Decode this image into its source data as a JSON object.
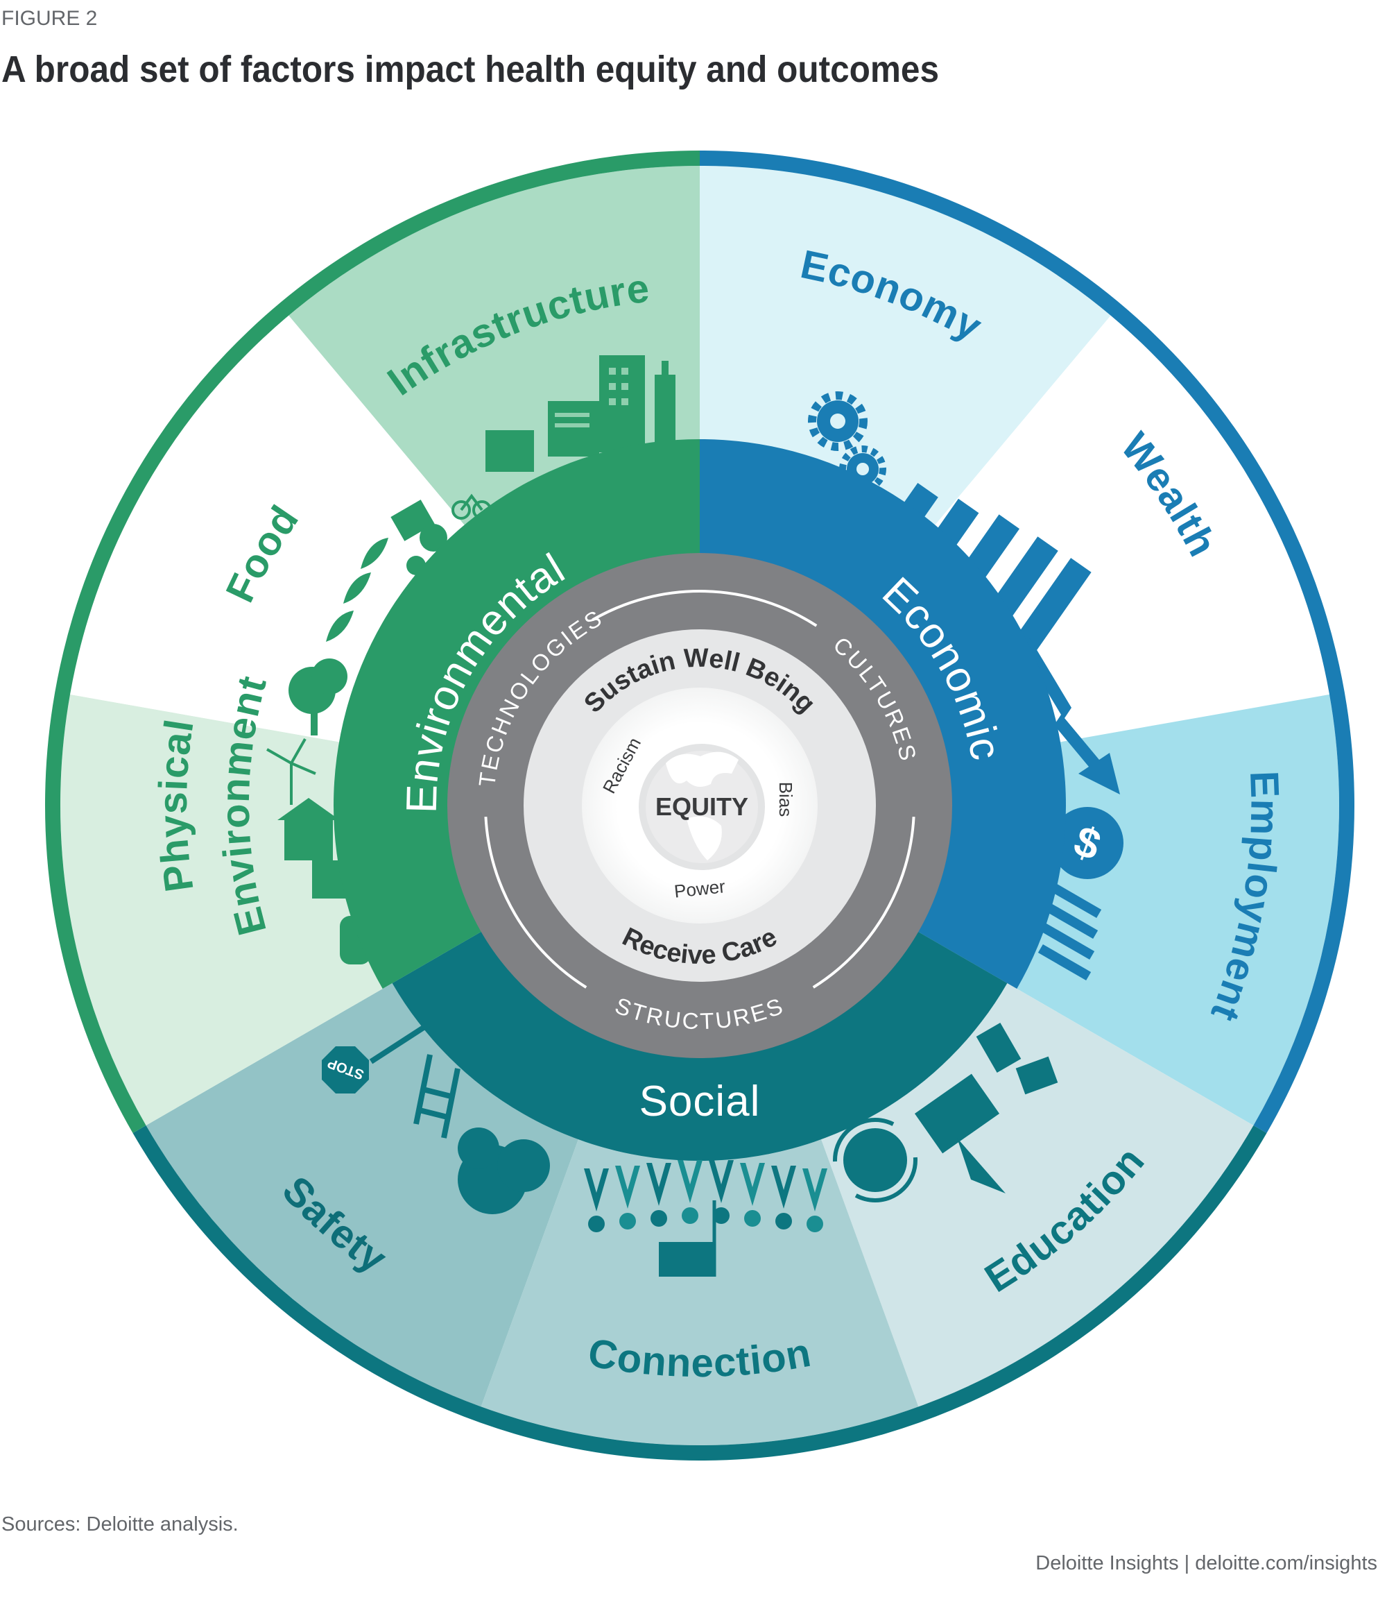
{
  "header": {
    "figure_label": "FIGURE 2",
    "title": "A broad set of factors impact health equity and outcomes"
  },
  "colors": {
    "environmental": "#2a9b68",
    "economic": "#1a7db4",
    "social": "#0d7680",
    "drivers_ring": "#808184",
    "outcomes_ring": "#e6e7e8",
    "core": "#ffffff",
    "text_dark": "#2b2d31",
    "text_muted": "#63666a"
  },
  "outer_factors": [
    {
      "label": "Economy",
      "group": "economic",
      "fill": "#dbf3f8"
    },
    {
      "label": "Wealth",
      "group": "economic",
      "fill": "#ffffff"
    },
    {
      "label": "Employment",
      "group": "economic",
      "fill": "#a3dfec"
    },
    {
      "label": "Education",
      "group": "social",
      "fill": "#d0e5e8"
    },
    {
      "label": "Connection",
      "group": "social",
      "fill": "#a9d0d3"
    },
    {
      "label": "Safety",
      "group": "social",
      "fill": "#93c3c6"
    },
    {
      "label": "Physical",
      "label_line2": "Environment",
      "group": "environmental",
      "fill": "#d8eee0"
    },
    {
      "label": "Food",
      "group": "environmental",
      "fill": "#ffffff"
    },
    {
      "label": "Infrastructure",
      "group": "environmental",
      "fill": "#abdcc4"
    }
  ],
  "domains": {
    "environmental": "Environmental",
    "economic": "Economic",
    "social": "Social"
  },
  "drivers": {
    "technologies": "TECHNOLOGIES",
    "cultures": "CULTURES",
    "structures": "STRUCTURES"
  },
  "outcomes": {
    "sustain": "Sustain Well Being",
    "receive": "Receive Care"
  },
  "barriers": {
    "racism": "Racism",
    "bias": "Bias",
    "power": "Power"
  },
  "core": "EQUITY",
  "icons": {
    "stop_sign": "STOP",
    "currency": "$"
  },
  "footer": {
    "source": "Sources: Deloitte analysis.",
    "credit": "Deloitte Insights | deloitte.com/insights"
  }
}
